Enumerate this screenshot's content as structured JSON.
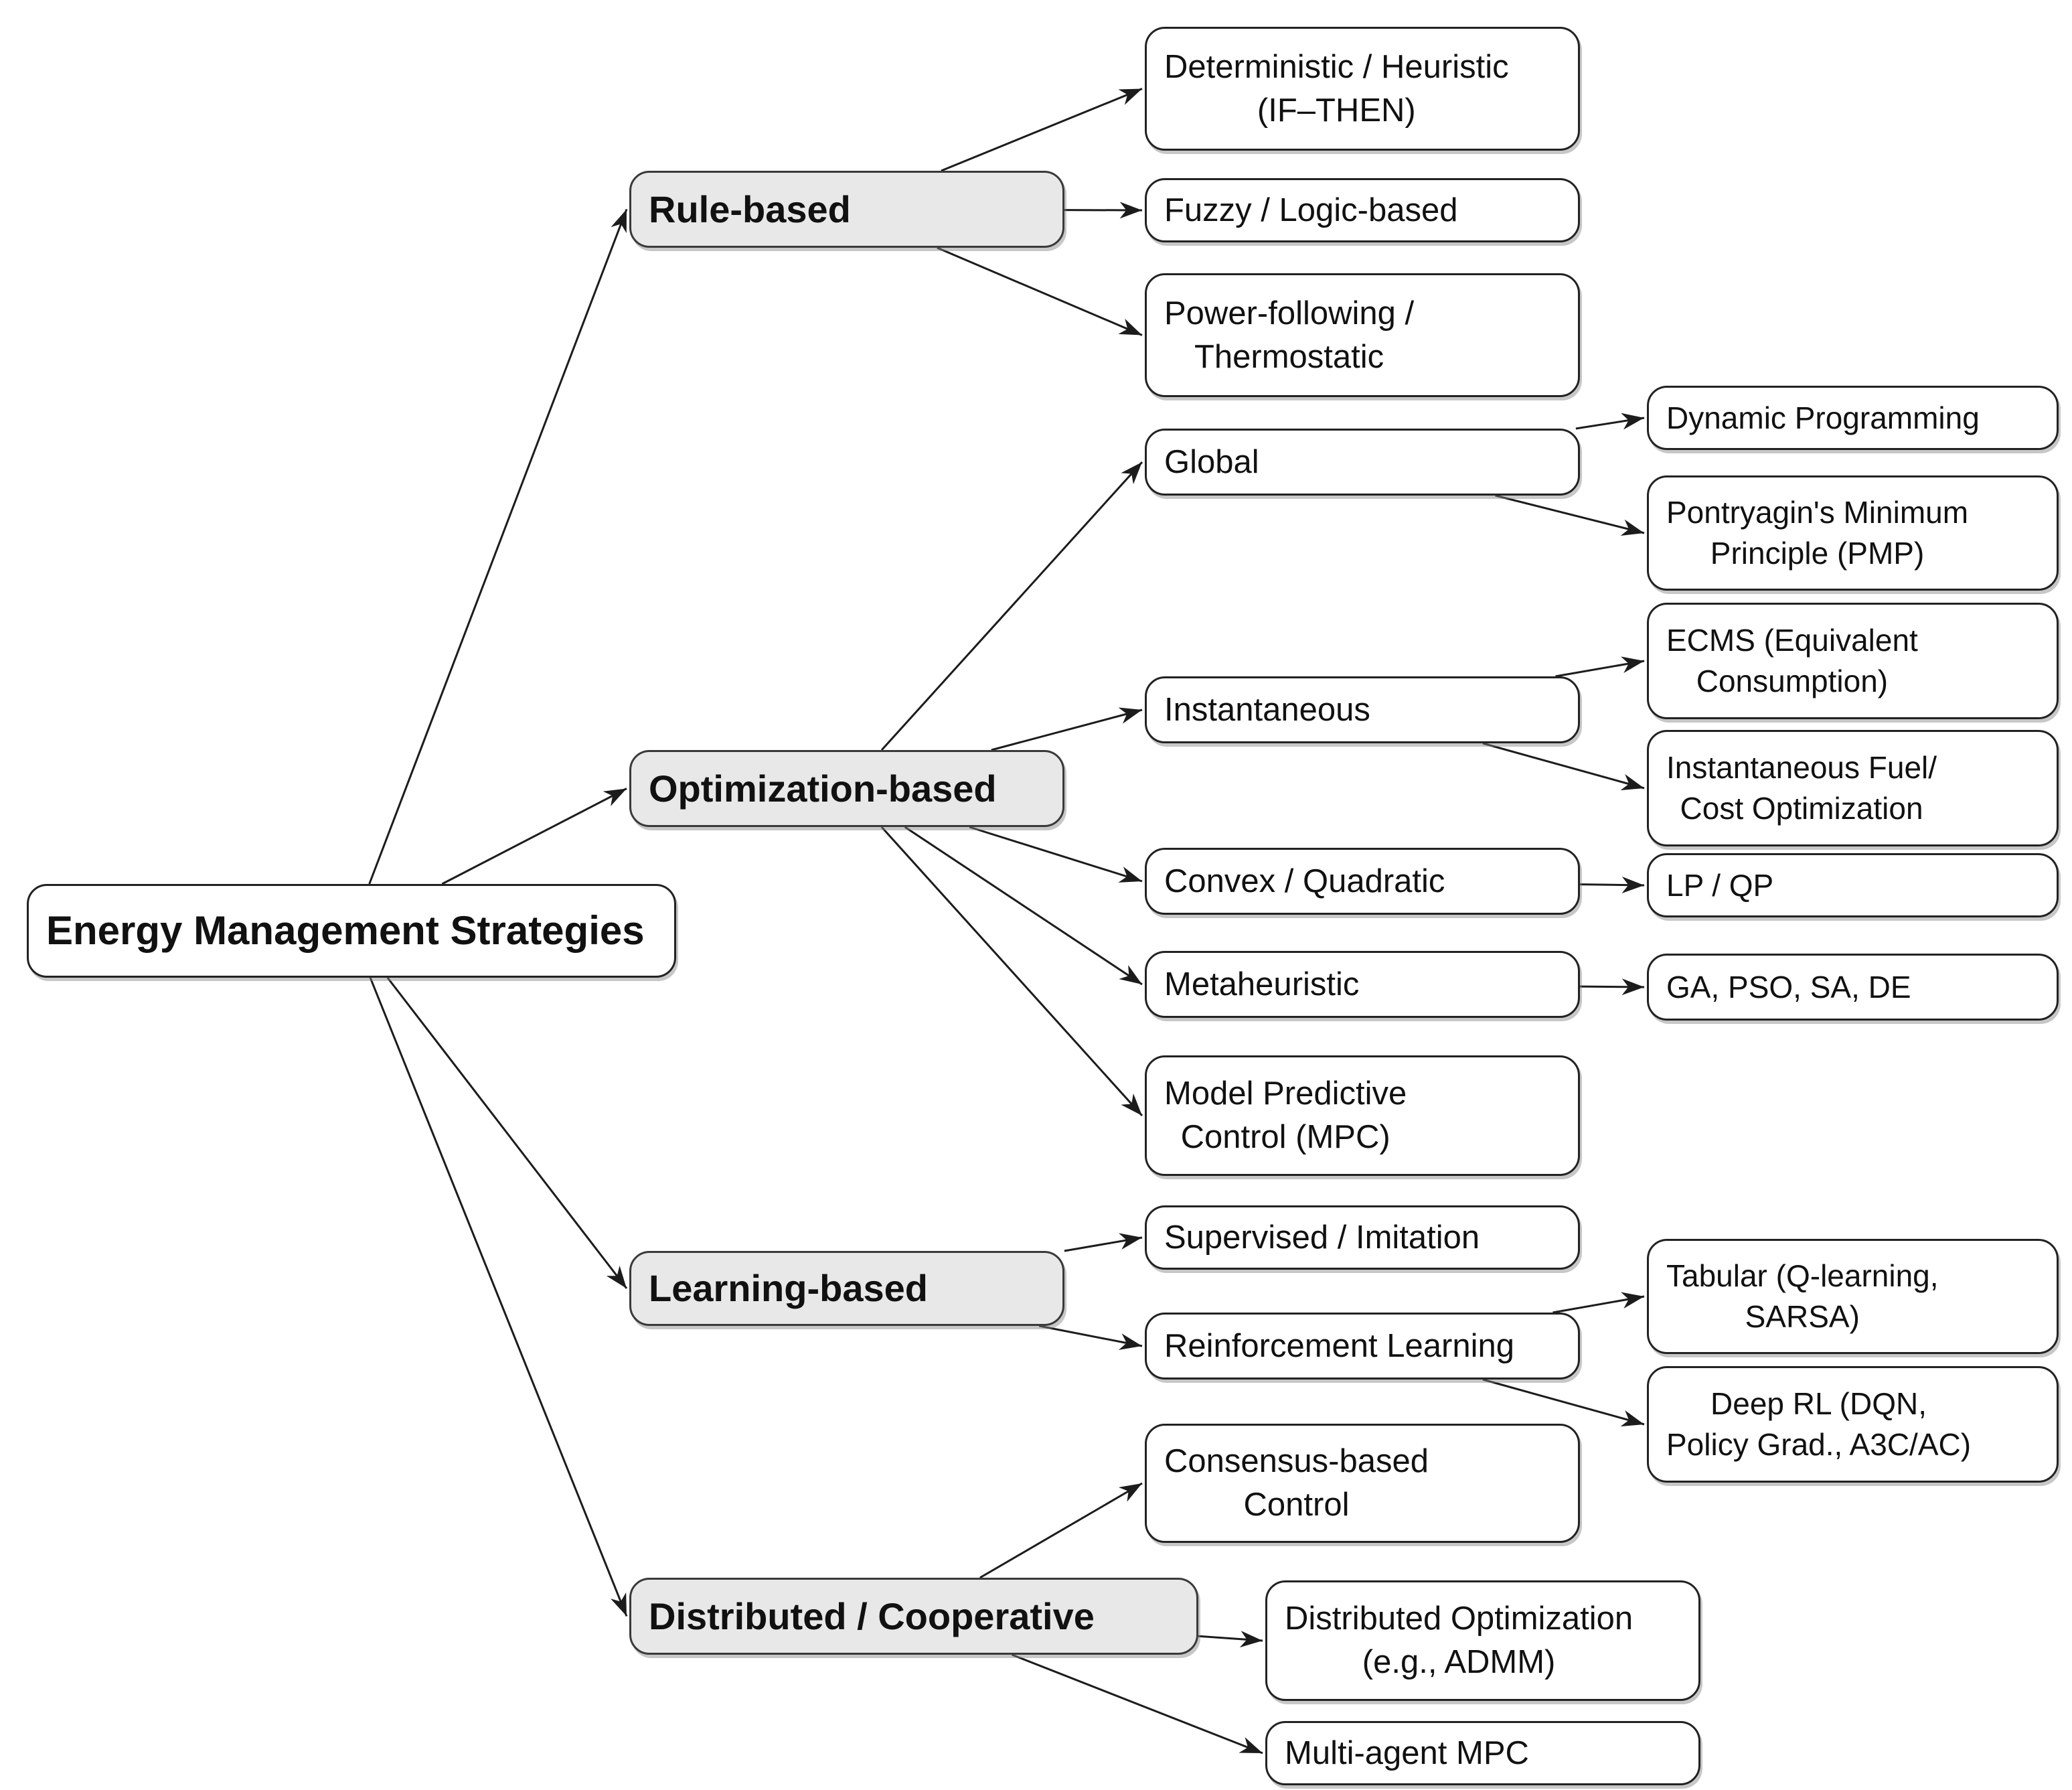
{
  "page": {
    "background": "#ffffff"
  },
  "diagram": {
    "colors": {
      "category_fill": "#e8e8e8",
      "leaf_fill": "#ffffff",
      "border": "#222222",
      "edge": "#1c1c1c",
      "shadow": "#828282",
      "text": "#111111"
    },
    "nodes": [
      {
        "id": "root",
        "level": "root",
        "label": "Energy Management Strategies"
      },
      {
        "id": "rule",
        "level": "category",
        "label": "Rule-based"
      },
      {
        "id": "opt",
        "level": "category",
        "label": "Optimization-based"
      },
      {
        "id": "learn",
        "level": "category",
        "label": "Learning-based"
      },
      {
        "id": "dist",
        "level": "category",
        "label": "Distributed / Cooperative"
      },
      {
        "id": "det",
        "level": "leaf",
        "label": "Deterministic / Heuristic\n(IF–THEN)"
      },
      {
        "id": "fuzzy",
        "level": "leaf",
        "label": "Fuzzy / Logic-based"
      },
      {
        "id": "power",
        "level": "leaf",
        "label": "Power-following /\nThermostatic"
      },
      {
        "id": "global",
        "level": "leaf",
        "label": "Global"
      },
      {
        "id": "inst",
        "level": "leaf",
        "label": "Instantaneous"
      },
      {
        "id": "convex",
        "level": "leaf",
        "label": "Convex / Quadratic"
      },
      {
        "id": "meta",
        "level": "leaf",
        "label": "Metaheuristic"
      },
      {
        "id": "mpc",
        "level": "leaf",
        "label": "Model Predictive\nControl (MPC)"
      },
      {
        "id": "supervised",
        "level": "leaf",
        "label": "Supervised / Imitation"
      },
      {
        "id": "rl",
        "level": "leaf",
        "label": "Reinforcement Learning"
      },
      {
        "id": "consensus",
        "level": "leaf",
        "label": "Consensus-based\nControl"
      },
      {
        "id": "distopt",
        "level": "leaf",
        "label": "Distributed Optimization\n(e.g., ADMM)"
      },
      {
        "id": "mampc",
        "level": "leaf",
        "label": "Multi-agent MPC"
      },
      {
        "id": "dp",
        "level": "leaf",
        "label": "Dynamic Programming"
      },
      {
        "id": "pmp",
        "level": "leaf",
        "label": "Pontryagin's Minimum\nPrinciple (PMP)"
      },
      {
        "id": "ecms",
        "level": "leaf",
        "label": "ECMS (Equivalent\nConsumption)"
      },
      {
        "id": "instfuel",
        "level": "leaf",
        "label": "Instantaneous Fuel/\nCost Optimization"
      },
      {
        "id": "lpqp",
        "level": "leaf",
        "label": "LP / QP"
      },
      {
        "id": "ga",
        "level": "leaf",
        "label": "GA, PSO, SA, DE"
      },
      {
        "id": "tabular",
        "level": "leaf",
        "label": "Tabular (Q-learning,\nSARSA)"
      },
      {
        "id": "deeprl",
        "level": "leaf",
        "label": "Deep RL (DQN,\nPolicy Grad., A3C/AC)"
      }
    ],
    "edges": [
      {
        "from": "root",
        "to": "rule"
      },
      {
        "from": "root",
        "to": "opt"
      },
      {
        "from": "root",
        "to": "learn"
      },
      {
        "from": "root",
        "to": "dist"
      },
      {
        "from": "rule",
        "to": "det"
      },
      {
        "from": "rule",
        "to": "fuzzy"
      },
      {
        "from": "rule",
        "to": "power"
      },
      {
        "from": "opt",
        "to": "global"
      },
      {
        "from": "opt",
        "to": "inst"
      },
      {
        "from": "opt",
        "to": "convex"
      },
      {
        "from": "opt",
        "to": "meta"
      },
      {
        "from": "opt",
        "to": "mpc"
      },
      {
        "from": "learn",
        "to": "supervised"
      },
      {
        "from": "learn",
        "to": "rl"
      },
      {
        "from": "dist",
        "to": "consensus"
      },
      {
        "from": "dist",
        "to": "distopt"
      },
      {
        "from": "dist",
        "to": "mampc"
      },
      {
        "from": "global",
        "to": "dp"
      },
      {
        "from": "global",
        "to": "pmp"
      },
      {
        "from": "inst",
        "to": "ecms"
      },
      {
        "from": "inst",
        "to": "instfuel"
      },
      {
        "from": "convex",
        "to": "lpqp"
      },
      {
        "from": "meta",
        "to": "ga"
      },
      {
        "from": "rl",
        "to": "tabular"
      },
      {
        "from": "rl",
        "to": "deeprl"
      }
    ]
  }
}
